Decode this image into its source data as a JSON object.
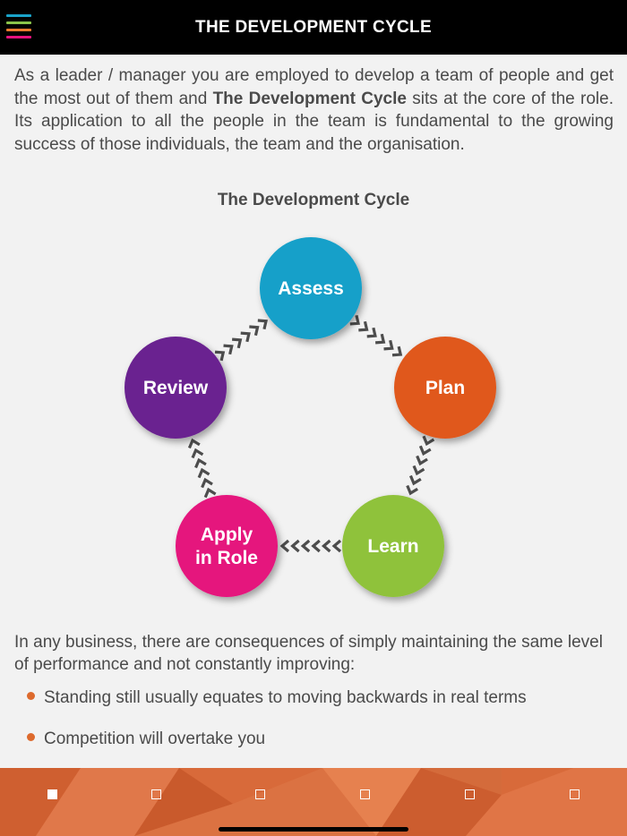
{
  "header": {
    "title": "THE DEVELOPMENT CYCLE",
    "menu_icon": "hamburger-menu-icon",
    "menu_colors": [
      "#1aa3c9",
      "#8bc34a",
      "#e97a2e",
      "#e5127d"
    ]
  },
  "intro": {
    "part1": "As a leader / manager you are employed to develop a team of people and get the most out of them and ",
    "bold": "The Development Cycle",
    "part2": " sits at the core of the role. Its application to all the people in the team is fundamental to the growing success of those individuals, the team and the organisation."
  },
  "diagram": {
    "title": "The Development Cycle",
    "stages": [
      {
        "lines": [
          "Assess"
        ],
        "color": "#12a0c9"
      },
      {
        "lines": [
          "Plan"
        ],
        "color": "#e0581f"
      },
      {
        "lines": [
          "Learn"
        ],
        "color": "#8fc23a"
      },
      {
        "lines": [
          "Apply",
          "in Role"
        ],
        "color": "#e5127d"
      },
      {
        "lines": [
          "Review"
        ],
        "color": "#6b2390"
      }
    ],
    "arrow_color": "#4d4d4d"
  },
  "body": {
    "paragraph": "In any business, there are consequences of simply maintaining the same level of performance and not constantly improving:",
    "bullets": [
      "Standing still usually equates to moving backwards in real terms",
      "Competition will overtake you"
    ],
    "bullet_color": "#dd6a2d"
  },
  "footer": {
    "background": "#d86a3a",
    "pages": 6,
    "active_page": 1
  }
}
